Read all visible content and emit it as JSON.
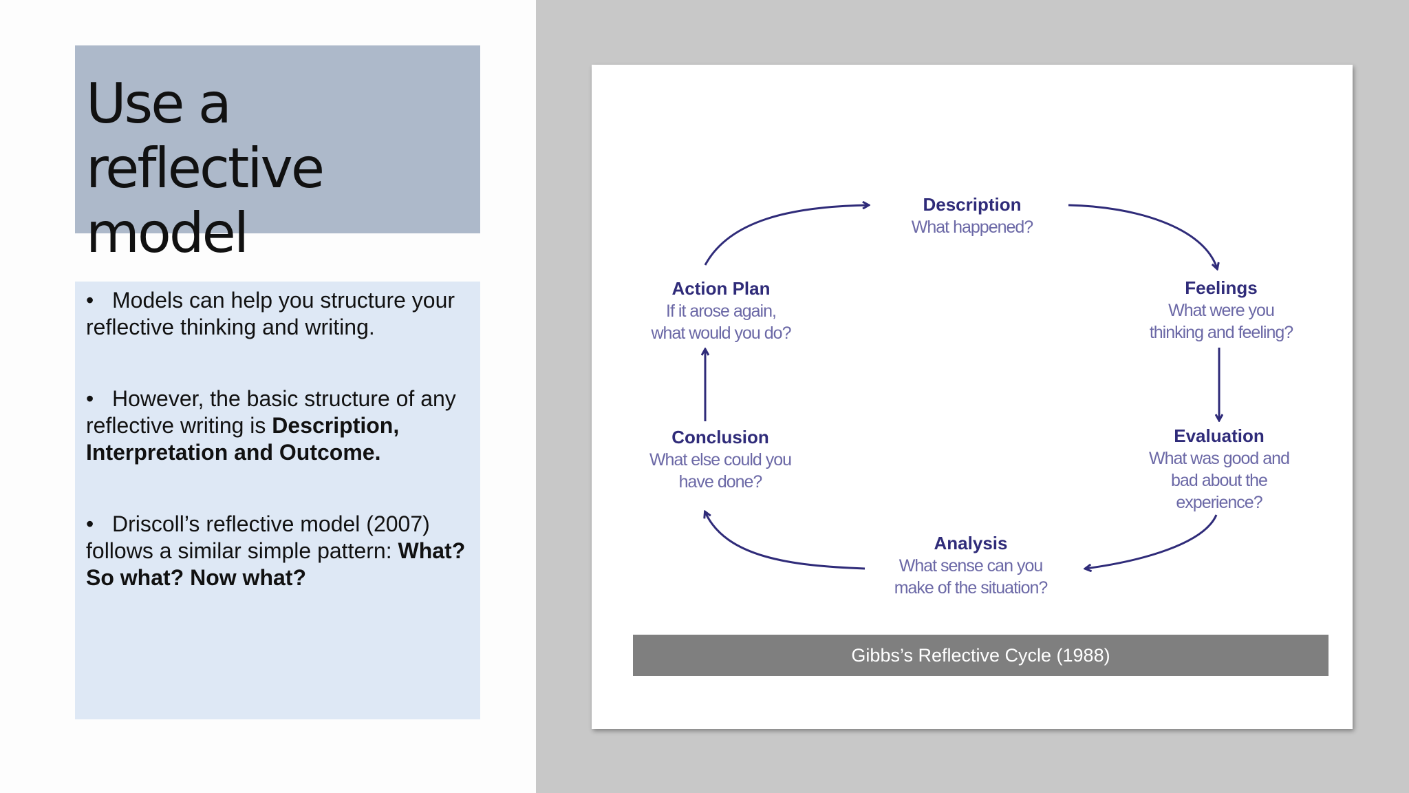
{
  "slide": {
    "title": "Use a reflective model",
    "bullets": [
      {
        "text": "Models can help you structure your reflective thinking and writing.",
        "bold": ""
      },
      {
        "text": "However, the basic structure of any reflective writing is ",
        "bold": "Description, Interpretation and Outcome."
      },
      {
        "text": "Driscoll’s reflective model (2007) follows a similar simple pattern: ",
        "bold": "What? So what? Now what?"
      }
    ],
    "bullet_char": "•"
  },
  "diagram": {
    "nodes": [
      {
        "title": "Description",
        "text": [
          "What happened?"
        ]
      },
      {
        "title": "Feelings",
        "text": [
          "What were you",
          "thinking and feeling?"
        ]
      },
      {
        "title": "Evaluation",
        "text": [
          "What was good and",
          "bad about the",
          "experience?"
        ]
      },
      {
        "title": "Analysis",
        "text": [
          "What sense can you",
          "make of the situation?"
        ]
      },
      {
        "title": "Conclusion",
        "text": [
          "What else could you",
          "have done?"
        ]
      },
      {
        "title": "Action Plan",
        "text": [
          "If it arose again,",
          "what would you do?"
        ]
      }
    ],
    "caption": "Gibbs’s Reflective Cycle (1988)",
    "colors": {
      "title": "#2f2b79",
      "text": "#6b68a6",
      "arrow": "#2f2b79"
    }
  }
}
